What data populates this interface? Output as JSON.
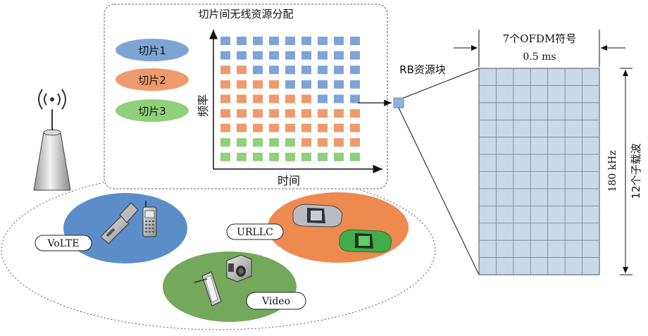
{
  "panel": {
    "title": "切片间无线资源分配",
    "y_axis_label": "频率",
    "x_axis_label": "时间"
  },
  "legend": [
    {
      "label": "切片1",
      "color": "#7ea4d6"
    },
    {
      "label": "切片2",
      "color": "#ef9a6c"
    },
    {
      "label": "切片3",
      "color": "#8fd07a"
    }
  ],
  "grid_allocation": {
    "columns": 9,
    "rows": 9,
    "rows_top_to_bottom": [
      [
        1,
        1,
        1,
        1,
        1,
        1,
        1,
        1,
        1
      ],
      [
        1,
        1,
        1,
        1,
        1,
        1,
        1,
        1,
        1
      ],
      [
        2,
        2,
        1,
        1,
        1,
        1,
        1,
        1,
        1
      ],
      [
        2,
        2,
        2,
        2,
        1,
        1,
        1,
        1,
        1
      ],
      [
        2,
        2,
        2,
        2,
        2,
        2,
        1,
        1,
        1
      ],
      [
        2,
        2,
        2,
        2,
        2,
        2,
        2,
        2,
        2
      ],
      [
        2,
        2,
        2,
        2,
        2,
        2,
        2,
        2,
        2
      ],
      [
        3,
        3,
        3,
        3,
        3,
        2,
        2,
        2,
        2
      ],
      [
        3,
        3,
        3,
        3,
        3,
        3,
        3,
        3,
        3
      ]
    ]
  },
  "rb": {
    "label": "RB资源块",
    "time_label": "7个OFDM符号",
    "time_value": "0.5 ms",
    "freq_label": "12个子载波",
    "freq_value": "180 kHz",
    "symbols": 7,
    "subcarriers": 12,
    "color": "#c9d8ea"
  },
  "services": [
    {
      "label": "VoLTE",
      "color": "#5b8ec9"
    },
    {
      "label": "URLLC",
      "color": "#ee8a4f"
    },
    {
      "label": "Video",
      "color": "#74a85a"
    }
  ]
}
